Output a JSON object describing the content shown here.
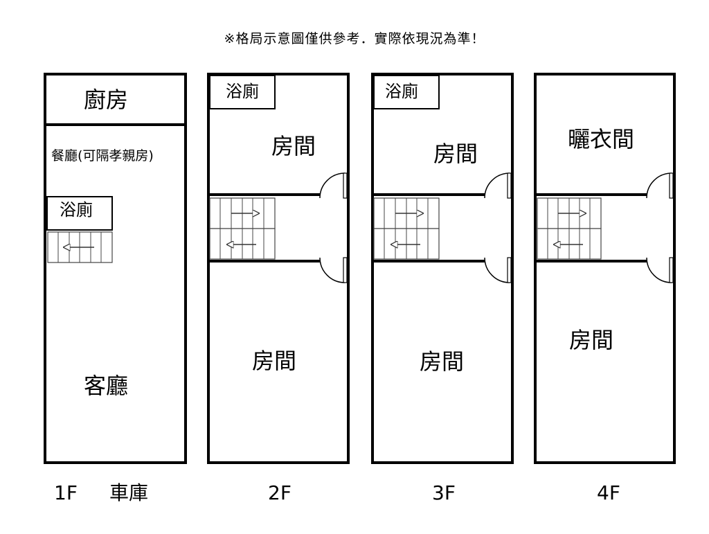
{
  "note": "※格局示意圖僅供參考．實際依現況為準！",
  "floors": [
    {
      "label": "1F",
      "extra_label": "車庫",
      "rooms": [
        "廚房",
        "餐廳(可隔孝親房)",
        "浴廁",
        "客廳"
      ]
    },
    {
      "label": "2F",
      "rooms": [
        "浴廁",
        "房間",
        "房間"
      ]
    },
    {
      "label": "3F",
      "rooms": [
        "浴廁",
        "房間",
        "房間"
      ]
    },
    {
      "label": "4F",
      "rooms": [
        "曬衣間",
        "房間"
      ]
    }
  ]
}
